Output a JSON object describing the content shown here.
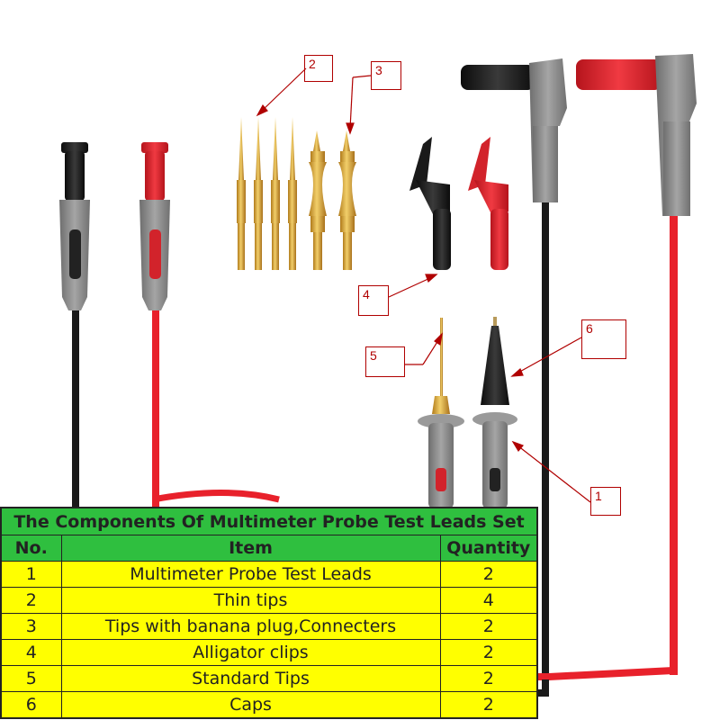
{
  "colors": {
    "table_header": "#2fbf3f",
    "table_row": "#ffff00",
    "callout": "#b00000",
    "lead_red": "#e8212b",
    "lead_black": "#1a1a1a",
    "probe_grey": "#8c8c8c",
    "tip_gold": "#d9a530"
  },
  "callouts": [
    {
      "number": "2"
    },
    {
      "number": "3"
    },
    {
      "number": "4"
    },
    {
      "number": "5"
    },
    {
      "number": "6"
    },
    {
      "number": "1"
    }
  ],
  "table": {
    "title": "The Components Of Multimeter Probe Test Leads Set",
    "headers": [
      "No.",
      "Item",
      "Quantity"
    ],
    "rows": [
      {
        "no": "1",
        "item": "Multimeter Probe Test Leads",
        "qty": "2"
      },
      {
        "no": "2",
        "item": "Thin tips",
        "qty": "4"
      },
      {
        "no": "3",
        "item": "Tips with banana plug,Connecters",
        "qty": "2"
      },
      {
        "no": "4",
        "item": "Alligator clips",
        "qty": "2"
      },
      {
        "no": "5",
        "item": "Standard Tips",
        "qty": "2"
      },
      {
        "no": "6",
        "item": "Caps",
        "qty": "2"
      }
    ]
  }
}
